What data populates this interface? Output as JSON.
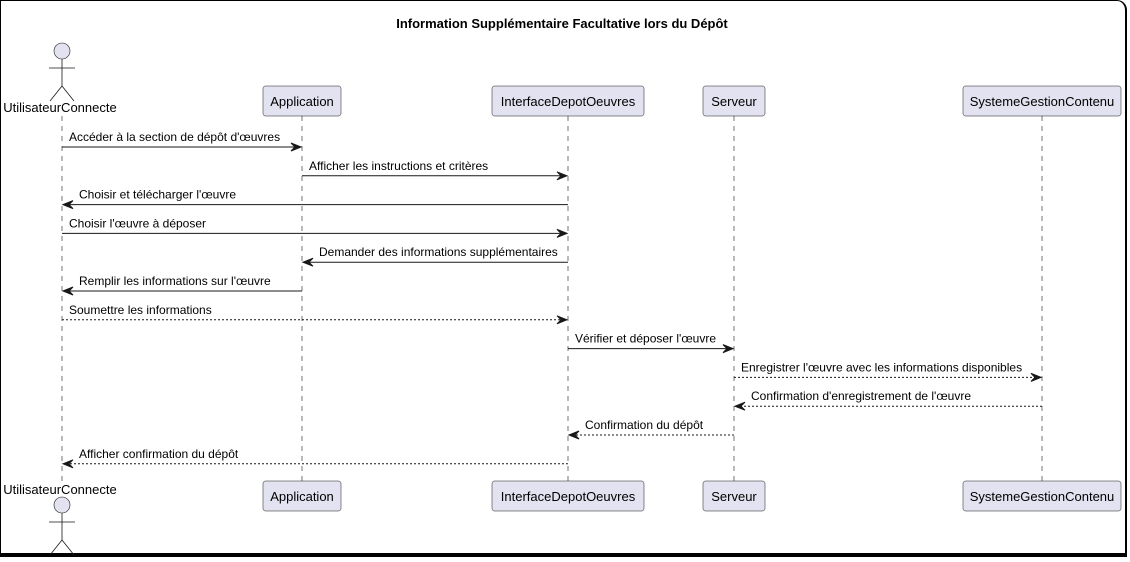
{
  "title": "Information Supplémentaire Facultative lors du Dépôt",
  "participants": [
    {
      "id": "user",
      "label": "UtilisateurConnecte",
      "kind": "actor"
    },
    {
      "id": "app",
      "label": "Application",
      "kind": "participant"
    },
    {
      "id": "iface",
      "label": "InterfaceDepotOeuvres",
      "kind": "participant"
    },
    {
      "id": "server",
      "label": "Serveur",
      "kind": "participant"
    },
    {
      "id": "cms",
      "label": "SystemeGestionContenu",
      "kind": "participant"
    }
  ],
  "messages": [
    {
      "from": "user",
      "to": "app",
      "label": "Accéder à la section de dépôt d'œuvres",
      "style": "solid"
    },
    {
      "from": "app",
      "to": "iface",
      "label": "Afficher les instructions et critères",
      "style": "solid"
    },
    {
      "from": "iface",
      "to": "user",
      "label": "Choisir et télécharger l'œuvre",
      "style": "solid"
    },
    {
      "from": "user",
      "to": "iface",
      "label": "Choisir l'œuvre à déposer",
      "style": "solid"
    },
    {
      "from": "iface",
      "to": "app",
      "label": "Demander des informations supplémentaires",
      "style": "solid"
    },
    {
      "from": "app",
      "to": "user",
      "label": "Remplir les informations sur l'œuvre",
      "style": "solid"
    },
    {
      "from": "user",
      "to": "iface",
      "label": "Soumettre les informations",
      "style": "dotted"
    },
    {
      "from": "iface",
      "to": "server",
      "label": "Vérifier et déposer l'œuvre",
      "style": "solid"
    },
    {
      "from": "server",
      "to": "cms",
      "label": "Enregistrer l'œuvre avec les informations disponibles",
      "style": "dotted"
    },
    {
      "from": "cms",
      "to": "server",
      "label": "Confirmation d'enregistrement de l'œuvre",
      "style": "dotted"
    },
    {
      "from": "server",
      "to": "iface",
      "label": "Confirmation du dépôt",
      "style": "dotted"
    },
    {
      "from": "iface",
      "to": "user",
      "label": "Afficher confirmation du dépôt",
      "style": "dotted"
    }
  ],
  "colors": {
    "participant_fill": "#E2E2F0",
    "line": "#181818",
    "background": "#FFFFFF"
  }
}
